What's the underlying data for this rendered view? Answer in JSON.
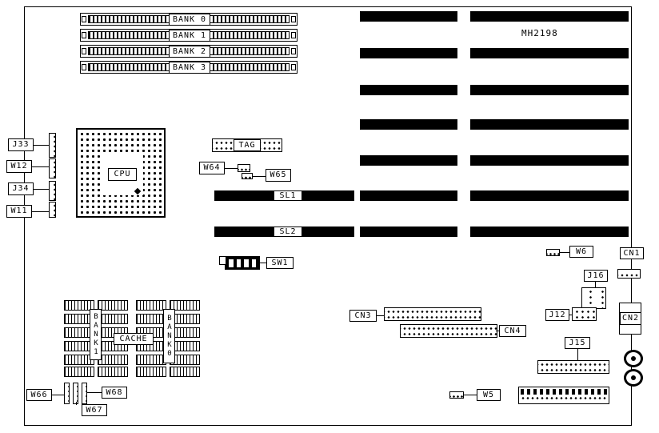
{
  "board": {
    "model": "MH2198"
  },
  "memory": {
    "banks": [
      "BANK 0",
      "BANK 1",
      "BANK 2",
      "BANK 3"
    ]
  },
  "cpu": {
    "label": "CPU"
  },
  "cache": {
    "label": "CACHE",
    "bank1": "BANK1",
    "bank0": "BANK0"
  },
  "slots": {
    "sl1": "SL1",
    "sl2": "SL2"
  },
  "jumpers": {
    "j33": "J33",
    "w12": "W12",
    "j34": "J34",
    "w11": "W11",
    "w64": "W64",
    "w65": "W65",
    "sw1": "SW1",
    "w66": "W66",
    "w67": "W67",
    "w68": "W68",
    "w6": "W6",
    "w5": "W5"
  },
  "connectors": {
    "tag": "TAG",
    "cn1": "CN1",
    "cn2": "CN2",
    "cn3": "CN3",
    "cn4": "CN4",
    "j12": "J12",
    "j15": "J15",
    "j16": "J16"
  }
}
